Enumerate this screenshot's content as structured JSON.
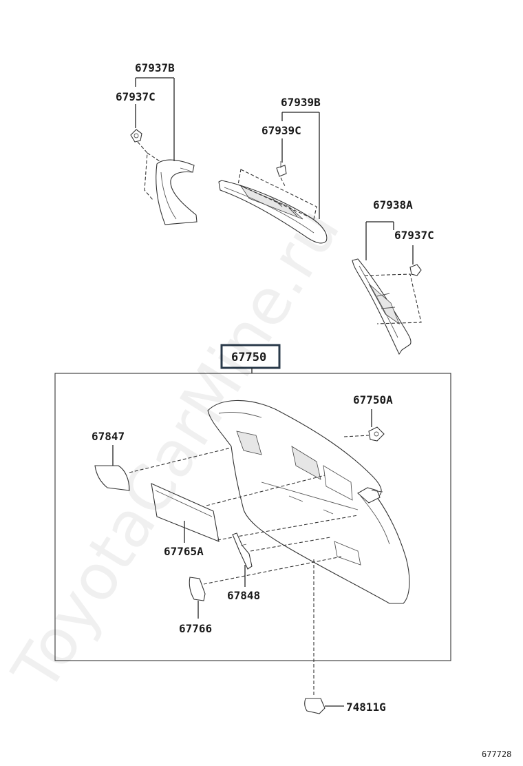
{
  "watermark": "ToyotaCarMine.ru",
  "diagram_ref": "677728",
  "labels": {
    "p67937B": "67937B",
    "p67937C_top": "67937C",
    "p67939B": "67939B",
    "p67939C": "67939C",
    "p67938A": "67938A",
    "p67937C_right": "67937C",
    "p67750": "67750",
    "p67750A": "67750A",
    "p67847": "67847",
    "p67765A": "67765A",
    "p67848": "67848",
    "p67766": "67766",
    "p74811G": "74811G"
  }
}
